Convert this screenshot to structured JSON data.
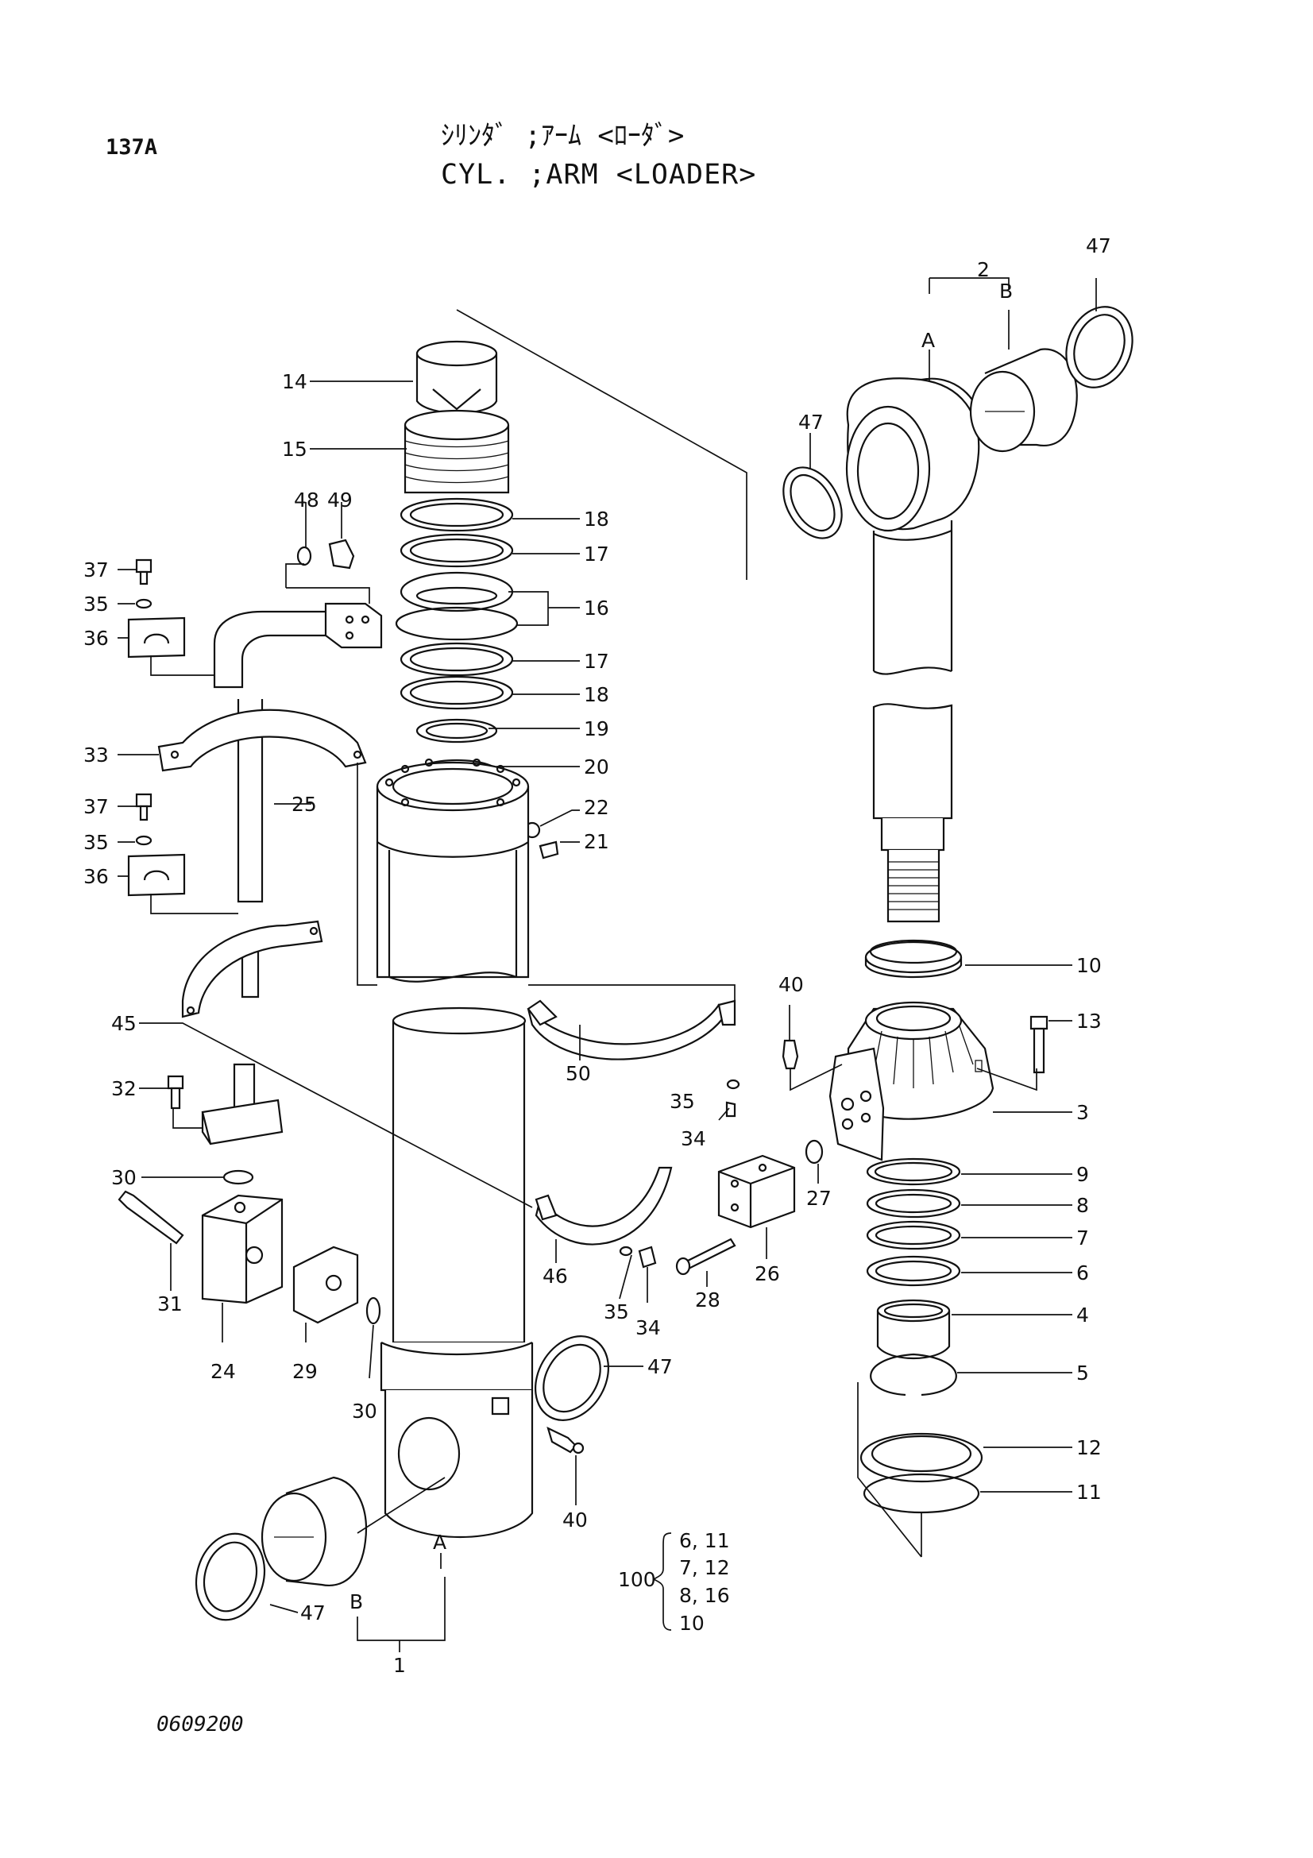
{
  "header": {
    "page_number": "137A",
    "title_jp": "ｼﾘﾝﾀﾞ ;ｱｰﾑ <ﾛｰﾀﾞ>",
    "title_en": "CYL. ;ARM <LOADER>"
  },
  "footer": {
    "drawing_code": "0609200"
  },
  "callouts": {
    "c1": "1",
    "c2": "2",
    "c3": "3",
    "c4": "4",
    "c5": "5",
    "c6": "6",
    "c7": "7",
    "c8": "8",
    "c9": "9",
    "c10": "10",
    "c11": "11",
    "c12": "12",
    "c13": "13",
    "c14": "14",
    "c15": "15",
    "c16": "16",
    "c17": "17",
    "c18": "18",
    "c19": "19",
    "c20": "20",
    "c21": "21",
    "c22": "22",
    "c24": "24",
    "c25": "25",
    "c26": "26",
    "c27": "27",
    "c28": "28",
    "c29": "29",
    "c30": "30",
    "c31": "31",
    "c32": "32",
    "c33": "33",
    "c34": "34",
    "c35": "35",
    "c36": "36",
    "c37": "37",
    "c40": "40",
    "c45": "45",
    "c46": "46",
    "c47": "47",
    "c48": "48",
    "c49": "49",
    "c50": "50"
  },
  "sub_labels": {
    "a": "A",
    "b": "B"
  },
  "kit": {
    "number": "100",
    "rows": [
      "6, 11",
      "7, 12",
      "8, 16",
      "10"
    ]
  }
}
